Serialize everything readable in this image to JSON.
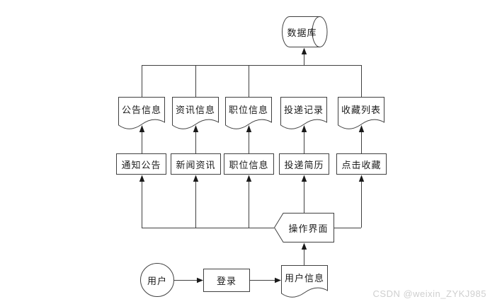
{
  "diagram": {
    "database": {
      "label": "数据库"
    },
    "documents": [
      {
        "label": "公告信息"
      },
      {
        "label": "资讯信息"
      },
      {
        "label": "职位信息"
      },
      {
        "label": "投递记录"
      },
      {
        "label": "收藏列表"
      }
    ],
    "modules": [
      {
        "label": "通知公告"
      },
      {
        "label": "新闻资讯"
      },
      {
        "label": "职位信息"
      },
      {
        "label": "投递简历"
      },
      {
        "label": "点击收藏"
      }
    ],
    "interface": {
      "label": "操作界面"
    },
    "user": {
      "label": "用户"
    },
    "login": {
      "label": "登录"
    },
    "user_info": {
      "label": "用户信息"
    }
  },
  "watermark": "CSDN @weixin_ZYKJ985",
  "colors": {
    "stroke": "#404040",
    "text": "#1a1a1a",
    "watermark": "#cfcfcf",
    "background": "#ffffff"
  }
}
